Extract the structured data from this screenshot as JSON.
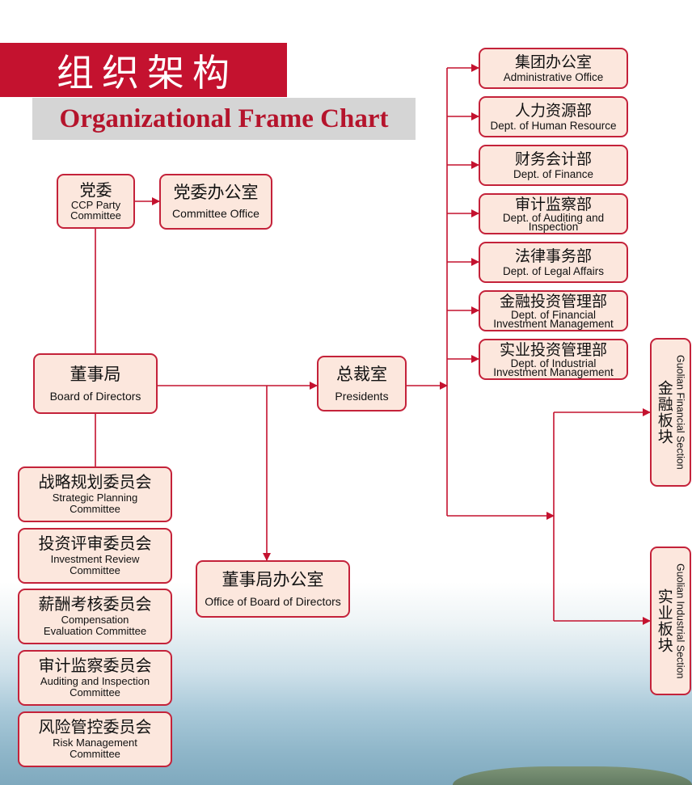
{
  "title": {
    "cn": "组织架构",
    "en": "Organizational Frame Chart"
  },
  "nodes": {
    "party": {
      "cn": "党委",
      "en": "CCP Party\nCommittee"
    },
    "party_office": {
      "cn": "党委办公室",
      "en": "Committee Office"
    },
    "board": {
      "cn": "董事局",
      "en": "Board of Directors"
    },
    "presidents": {
      "cn": "总裁室",
      "en": "Presidents"
    },
    "board_office": {
      "cn": "董事局办公室",
      "en": "Office of Board of Directors"
    },
    "committees": [
      {
        "cn": "战略规划委员会",
        "en": "Strategic Planning\nCommittee"
      },
      {
        "cn": "投资评审委员会",
        "en": "Investment Review\nCommittee"
      },
      {
        "cn": "薪酬考核委员会",
        "en": "Compensation\nEvaluation Committee"
      },
      {
        "cn": "审计监察委员会",
        "en": "Auditing and Inspection\nCommittee"
      },
      {
        "cn": "风险管控委员会",
        "en": "Risk Management\nCommittee"
      }
    ],
    "departments": [
      {
        "cn": "集团办公室",
        "en": "Administrative Office"
      },
      {
        "cn": "人力资源部",
        "en": "Dept. of Human Resource"
      },
      {
        "cn": "财务会计部",
        "en": "Dept. of Finance"
      },
      {
        "cn": "审计监察部",
        "en": "Dept. of Auditing and\nInspection"
      },
      {
        "cn": "法律事务部",
        "en": "Dept. of Legal Affairs"
      },
      {
        "cn": "金融投资管理部",
        "en": "Dept. of Financial\nInvestment Management"
      },
      {
        "cn": "实业投资管理部",
        "en": "Dept. of Industrial\nInvestment Management"
      }
    ],
    "sections": [
      {
        "cn": "金融板块",
        "en": "Guolian Financial Section"
      },
      {
        "cn": "实业板块",
        "en": "Guolian Industrial Section"
      }
    ]
  },
  "colors": {
    "accent": "#c4122f",
    "box_fill": "#fce7dd",
    "title_bar": "#d5d5d5"
  }
}
